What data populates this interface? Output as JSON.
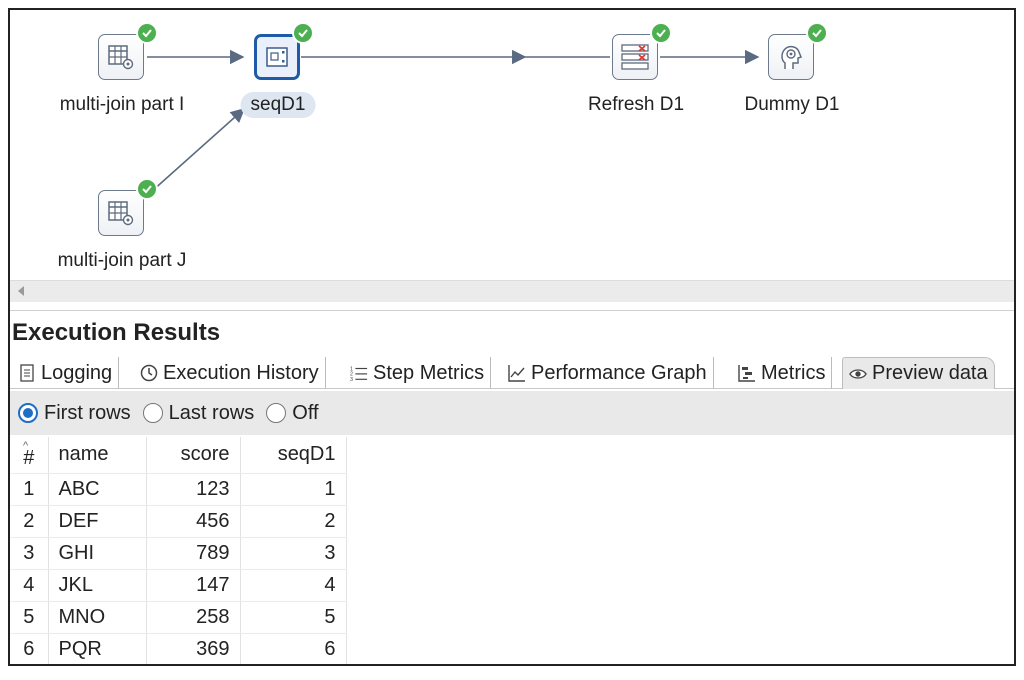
{
  "canvas": {
    "steps": [
      {
        "id": "multi-join-part-i",
        "label": "multi-join part I",
        "icon": "table-gear-icon",
        "status": "success"
      },
      {
        "id": "seqd1",
        "label": "seqD1",
        "icon": "sequence-icon",
        "status": "success",
        "selected": true
      },
      {
        "id": "refresh-d1",
        "label": "Refresh D1",
        "icon": "delete-rows-icon",
        "status": "success"
      },
      {
        "id": "dummy-d1",
        "label": "Dummy D1",
        "icon": "head-gear-icon",
        "status": "success"
      },
      {
        "id": "multi-join-part-j",
        "label": "multi-join part J",
        "icon": "table-gear-icon",
        "status": "success"
      }
    ]
  },
  "results": {
    "title": "Execution Results",
    "tabs": [
      {
        "label": "Logging",
        "icon": "document-icon"
      },
      {
        "label": "Execution History",
        "icon": "clock-icon"
      },
      {
        "label": "Step Metrics",
        "icon": "numbered-list-icon"
      },
      {
        "label": "Performance Graph",
        "icon": "line-chart-icon"
      },
      {
        "label": "Metrics",
        "icon": "gantt-icon"
      },
      {
        "label": "Preview data",
        "icon": "eye-icon",
        "active": true
      }
    ],
    "preview_options": [
      {
        "label": "First rows",
        "selected": true
      },
      {
        "label": "Last rows",
        "selected": false
      },
      {
        "label": "Off",
        "selected": false
      }
    ],
    "table": {
      "columns": [
        "#",
        "name",
        "score",
        "seqD1"
      ],
      "rows": [
        [
          "1",
          "ABC",
          "123",
          "1"
        ],
        [
          "2",
          "DEF",
          "456",
          "2"
        ],
        [
          "3",
          "GHI",
          "789",
          "3"
        ],
        [
          "4",
          "JKL",
          "147",
          "4"
        ],
        [
          "5",
          "MNO",
          "258",
          "5"
        ],
        [
          "6",
          "PQR",
          "369",
          "6"
        ]
      ]
    }
  },
  "colors": {
    "success": "#4caf50",
    "selected_border": "#1f5aa6",
    "link": "#5a6a80"
  }
}
